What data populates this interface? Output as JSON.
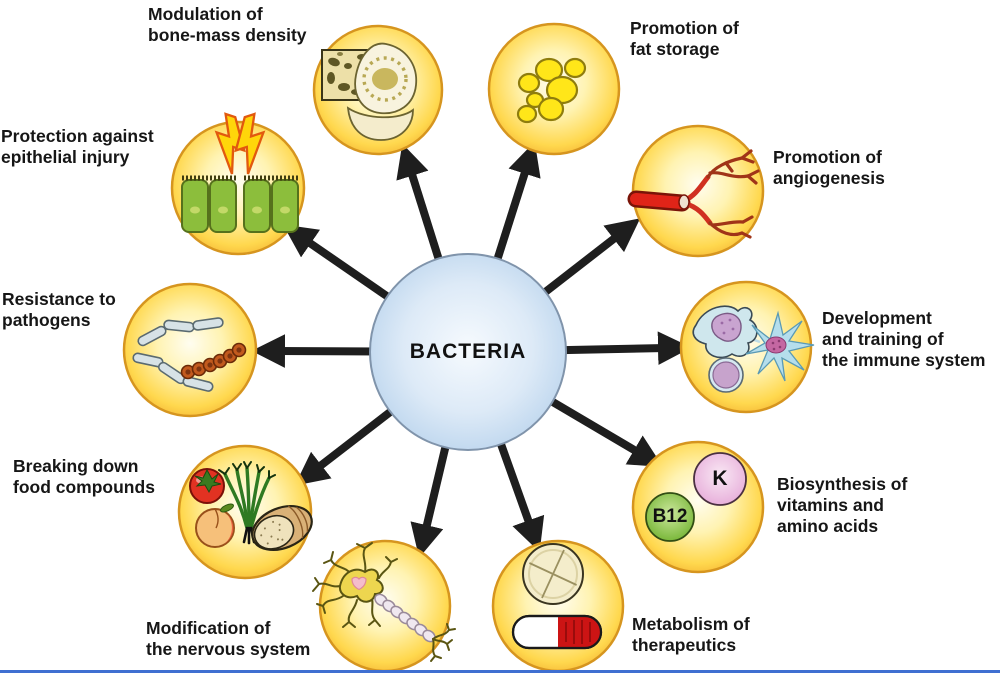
{
  "center": {
    "label": "BACTERIA"
  },
  "colors": {
    "node_fill": "#FFD84E",
    "node_border": "#D6951F",
    "center_fill": "#C9DDF1",
    "center_border": "#8094AB",
    "arrow": "#1E1E1E",
    "bottom_line": "#3F6FD1",
    "label_text": "#161616"
  },
  "nodes": [
    {
      "id": "bone",
      "label": "Modulation of\nbone-mass density",
      "icon": "bone-icon"
    },
    {
      "id": "fat",
      "label": "Promotion of\nfat storage",
      "icon": "fat-cells-icon"
    },
    {
      "id": "angiogenesis",
      "label": "Promotion of\nangiogenesis",
      "icon": "blood-vessel-icon"
    },
    {
      "id": "immune",
      "label": "Development\nand training of\nthe immune system",
      "icon": "immune-cells-icon"
    },
    {
      "id": "vitamins",
      "label": "Biosynthesis of\nvitamins and\namino acids",
      "icon": "vitamin-badges-icon",
      "badges": [
        {
          "text": "K"
        },
        {
          "text": "B12"
        }
      ]
    },
    {
      "id": "therapeutics",
      "label": "Metabolism of\ntherapeutics",
      "icon": "pills-icon"
    },
    {
      "id": "nervous",
      "label": "Modification of\nthe nervous system",
      "icon": "neuron-icon"
    },
    {
      "id": "food",
      "label": "Breaking down\nfood compounds",
      "icon": "food-icon"
    },
    {
      "id": "pathogens",
      "label": "Resistance to\npathogens",
      "icon": "pathogen-bacteria-icon"
    },
    {
      "id": "epithelial",
      "label": "Protection against\nepithelial injury",
      "icon": "epithelial-cells-icon"
    }
  ]
}
